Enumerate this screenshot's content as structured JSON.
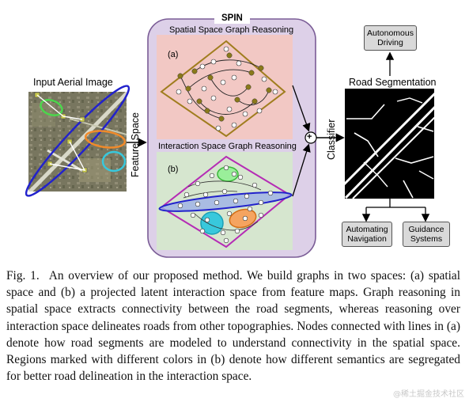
{
  "diagram": {
    "input_title": "Input Aerial Image",
    "feature_space_label": "Feature Space",
    "spin_title": "SPIN",
    "spatial_title": "Spatial Space Graph Reasoning",
    "interaction_title": "Interaction Space Graph Reasoning",
    "panel_a_label": "(a)",
    "panel_b_label": "(b)",
    "classifier_label": "Classifier",
    "road_seg_title": "Road Segmentation",
    "sum_symbol": "+",
    "autonomous_driving": "Autonomous Driving",
    "automating_navigation": "Automating Navigation",
    "guidance_systems": "Guidance Systems"
  },
  "caption": {
    "fig_number": "Fig. 1.",
    "text": "An overview of our proposed method. We build graphs in two spaces: (a) spatial space and (b) a projected latent interaction space from feature maps. Graph reasoning in spatial space extracts connectivity between the road segments, whereas reasoning over interaction space delineates roads from other topographies. Nodes connected with lines in (a) denote how road segments are modeled to understand connectivity in the spatial space. Regions marked with different colors in (b) denote how different semantics are segregated for better road delineation in the interaction space."
  },
  "watermark": "@稀土掘金技术社区",
  "colors": {
    "spin_bg": "#ddd0e8",
    "spin_border": "#7a5c96",
    "spatial_bg": "#f2c8c4",
    "interaction_bg": "#d6e6cf",
    "diamond_a": "#a07d1e",
    "diamond_b": "#b52cb5",
    "road_blue": "#2222cc",
    "orange": "#f08a2a",
    "cyan": "#38c8dc",
    "green": "#4cd64c",
    "olive_node": "#8a7a1a"
  }
}
